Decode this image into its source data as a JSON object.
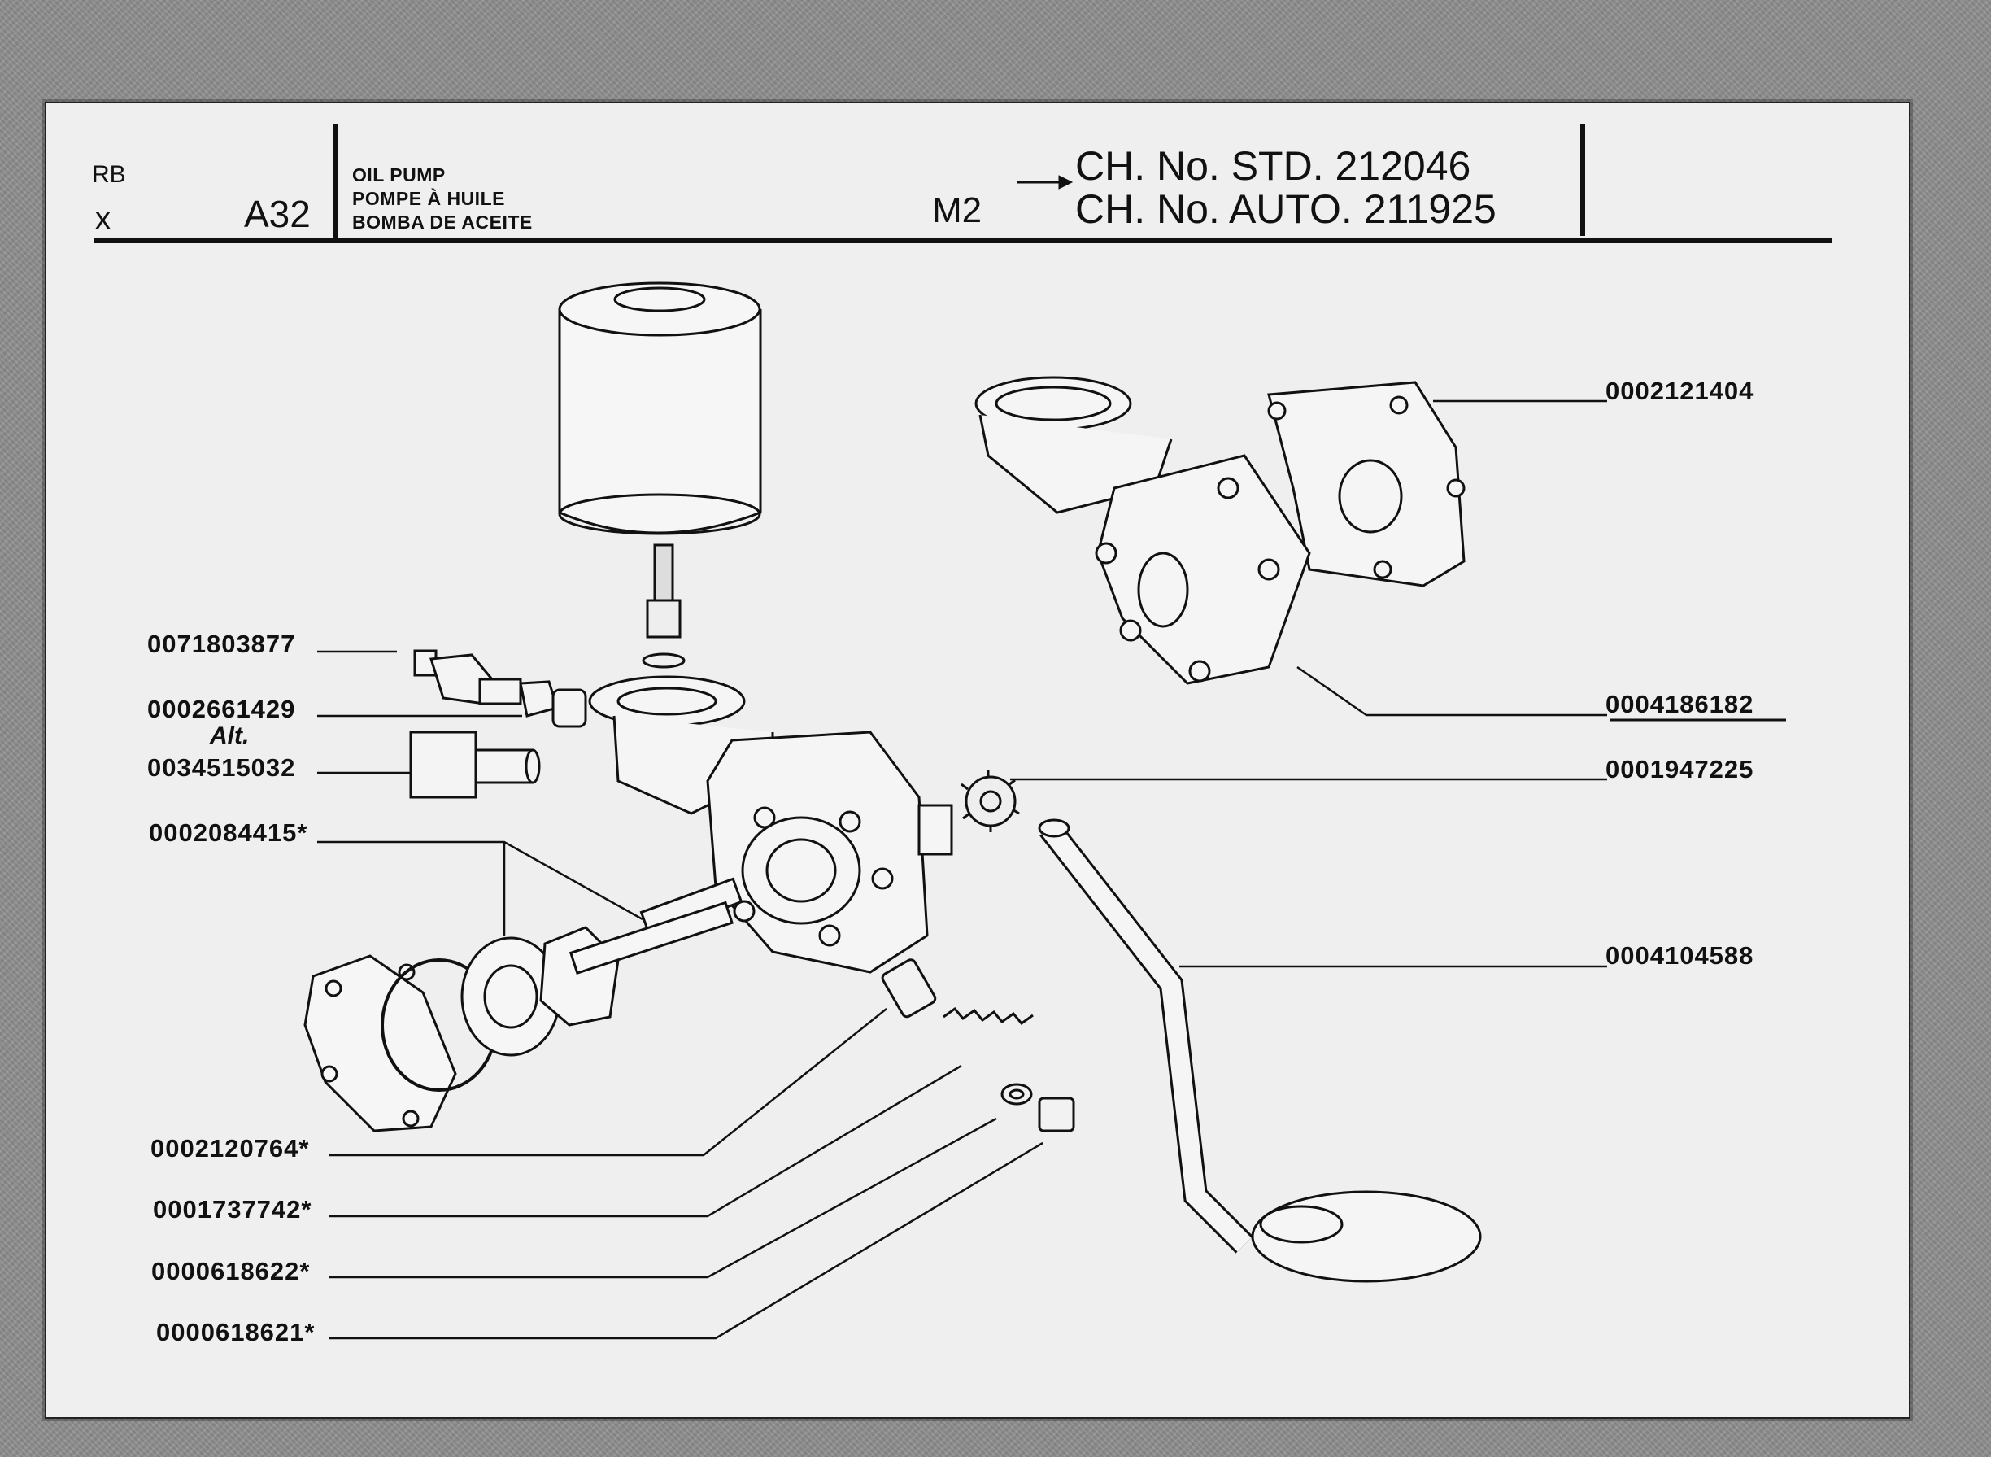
{
  "header": {
    "group": "RB",
    "mark": "x",
    "section": "A32",
    "title_en": "OIL PUMP",
    "title_fr": "POMPE À HUILE",
    "title_es": "BOMBA DE ACEITE",
    "model": "M2",
    "chassis_std": "CH. No. STD. 212046",
    "chassis_auto": "CH. No. AUTO. 211925"
  },
  "alt_label": "Alt.",
  "parts": [
    {
      "number": "0002121404"
    },
    {
      "number": "0004186182"
    },
    {
      "number": "0001947225"
    },
    {
      "number": "0004104588"
    },
    {
      "number": "0071803877"
    },
    {
      "number": "0002661429"
    },
    {
      "number": "0034515032"
    },
    {
      "number": "0002084415",
      "mark": "*"
    },
    {
      "number": "0002120764",
      "mark": "*"
    },
    {
      "number": "0001737742",
      "mark": "*"
    },
    {
      "number": "0000618622",
      "mark": "*"
    },
    {
      "number": "0000618621",
      "mark": "*"
    }
  ]
}
